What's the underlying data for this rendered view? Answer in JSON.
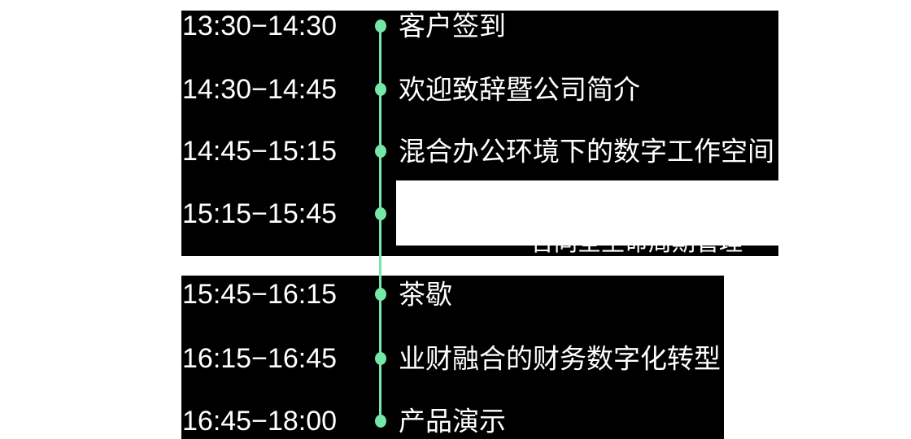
{
  "colors": {
    "accent": "#74e8a6",
    "panel": "#000000",
    "text": "#ffffff",
    "page": "#ffffff",
    "cover": "#ffffff"
  },
  "agenda": {
    "items": [
      {
        "time": "13:30−14:30",
        "title": "客户签到"
      },
      {
        "time": "14:30−14:45",
        "title": "欢迎致辞暨公司简介"
      },
      {
        "time": "14:45−15:15",
        "title": "混合办公环境下的数字工作空间"
      },
      {
        "time": "15:15−15:45",
        "title": "",
        "covered_subtitle": "合同全生命周期管理"
      },
      {
        "time": "15:45−16:15",
        "title": "茶歇"
      },
      {
        "time": "16:15−16:45",
        "title": "业财融合的财务数字化转型"
      },
      {
        "time": "16:45−18:00",
        "title": "产品演示"
      }
    ]
  }
}
